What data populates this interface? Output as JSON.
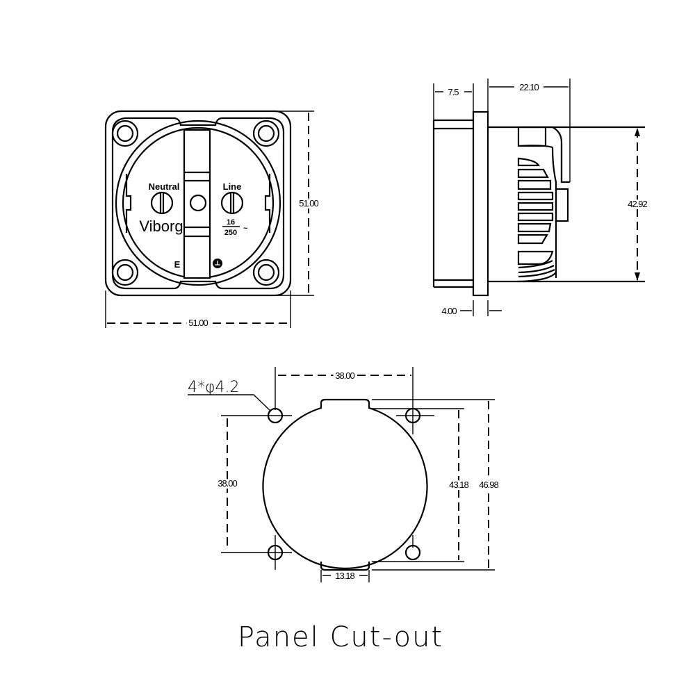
{
  "front_view": {
    "neutral_label": "Neutral",
    "line_label": "Line",
    "brand": "Viborg",
    "rating_current": "16",
    "rating_voltage": "250",
    "rating_ac": "~",
    "earth_label": "E",
    "width_dim": "51.00",
    "height_dim": "51.00"
  },
  "side_view": {
    "front_depth_dim": "7.5",
    "body_depth_dim": "22.10",
    "flange_dim": "4.00",
    "body_height_dim": "42.92"
  },
  "cutout_view": {
    "hole_spec": "4*φ4.2",
    "hole_spacing_h": "38.00",
    "hole_spacing_v": "38.00",
    "diameter_dim": "43.18",
    "height_dim": "46.98",
    "tab_width_dim": "13.18",
    "title": "Panel Cut-out"
  }
}
